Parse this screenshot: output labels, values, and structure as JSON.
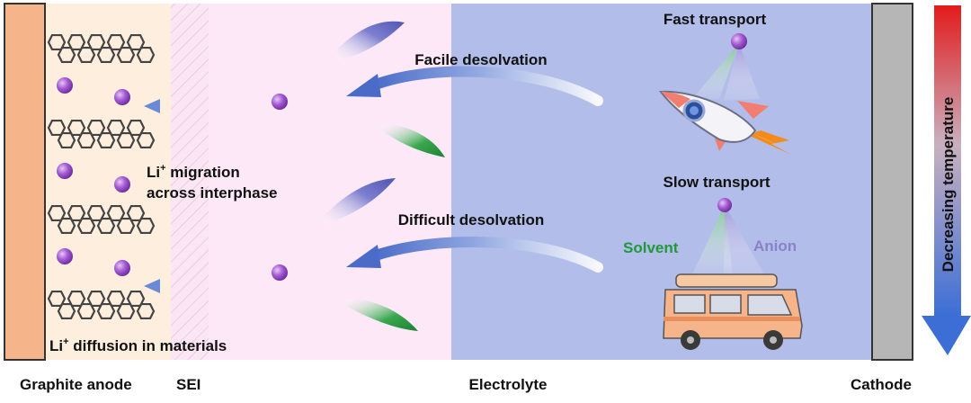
{
  "labels": {
    "fast_transport": "Fast transport",
    "slow_transport": "Slow transport",
    "facile_desolvation": "Facile desolvation",
    "difficult_desolvation": "Difficult desolvation",
    "migration_line1": "Li",
    "migration_sup": "+",
    "migration_line1_rest": " migration",
    "migration_line2": "across interphase",
    "diffusion_prefix": "Li",
    "diffusion_sup": "+",
    "diffusion_rest": " diffusion in materials",
    "solvent": "Solvent",
    "anion": "Anion",
    "decreasing_temperature": "Decreasing temperature"
  },
  "bottom_labels": {
    "graphite_anode": "Graphite anode",
    "sei": "SEI",
    "electrolyte": "Electrolyte",
    "cathode": "Cathode"
  },
  "colors": {
    "anode": "#f6b48a",
    "anode_region": "#fdeede",
    "sei_region": "#fbe6f4",
    "electrolyte_left": "#fde8f8",
    "electrolyte_right": "#b3bde9",
    "cathode": "#b6b6b6",
    "li_ion": "#9b4fc9",
    "solvent": "#1f9a3b",
    "anion": "#8a82c8",
    "arrow": "#5d7fd0",
    "temp_top": "#e31b1b",
    "temp_bottom": "#3c6ed6"
  }
}
